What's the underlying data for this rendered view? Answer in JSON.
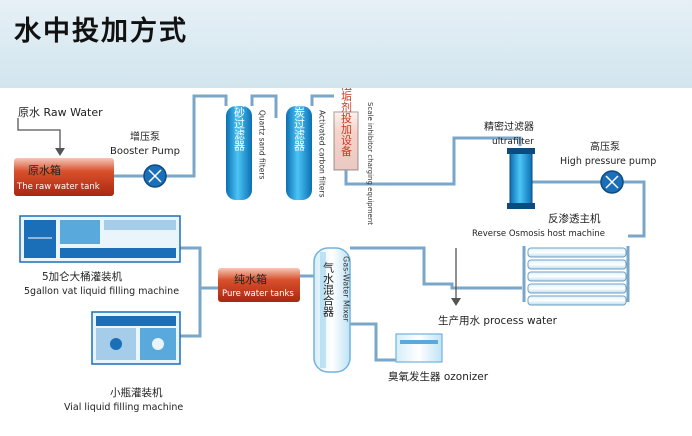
{
  "title": "水中投加方式",
  "labels": {
    "raw_water": "原水 Raw Water",
    "raw_tank_cn": "原水箱",
    "raw_tank_en": "The raw water tank",
    "booster_cn": "增压泵",
    "booster_en": "Booster Pump",
    "quartz_cn": "石英砂过滤器",
    "quartz_en": "Quartz sand filters",
    "carbon_cn": "活性炭过滤器",
    "carbon_en": "Activated carbon filters",
    "scale_cn": "阻垢剂投加设备",
    "scale_en": "Scale inhibitor charging equipment",
    "ultra_cn": "精密过滤器",
    "ultra_en": "ultrafilter",
    "hp_cn": "高压泵",
    "hp_en": "High pressure pump",
    "ro_cn": "反渗透主机",
    "ro_en": "Reverse Osmosis host machine",
    "vat_cn": "5加仑大桶灌装机",
    "vat_en": "5gallon vat liquid filling machine",
    "pure_cn": "纯水箱",
    "pure_en": "Pure water tanks",
    "mixer_cn": "气水混合器",
    "mixer_en": "Gas-Water Mixer",
    "process": "生产用水 process water",
    "ozonizer": "臭氧发生器 ozonizer",
    "vial_cn": "小瓶灌装机",
    "vial_en": "Vial liquid filling machine"
  },
  "colors": {
    "pipe": "#6f9fc4",
    "tank_red": "#c83a1e",
    "tank_blue": "#1b6fb8",
    "cylinder": "#17a0e0",
    "header_bg": "#d8e8f0"
  }
}
